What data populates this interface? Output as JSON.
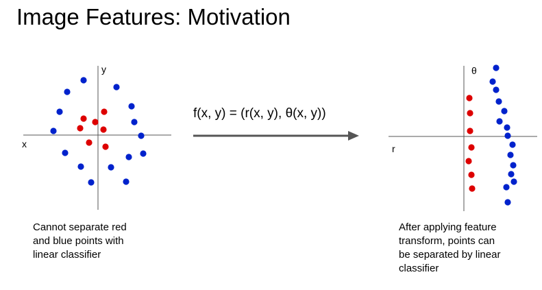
{
  "title": "Image Features: Motivation",
  "left_plot": {
    "x_label": "x",
    "y_label": "y",
    "caption_lines": [
      "Cannot separate red",
      "and blue points with",
      "linear classifier"
    ]
  },
  "transform": {
    "formula": "f(x, y) = (r(x, y), θ(x, y))"
  },
  "right_plot": {
    "x_label": "r",
    "y_label": "θ",
    "caption_lines": [
      "After applying feature",
      "transform, points can",
      "be separated by linear",
      "classifier"
    ]
  },
  "colors": {
    "red_point": "#dd0000",
    "blue_point": "#0022cc",
    "arrow": "#555555",
    "axis": "#555555"
  }
}
